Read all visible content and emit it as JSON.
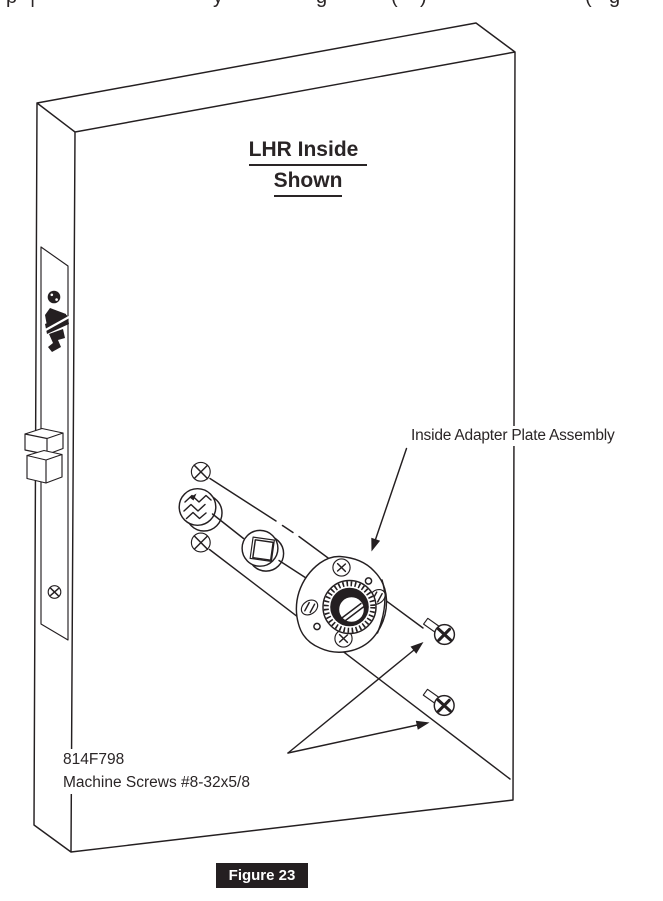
{
  "document": {
    "top_clipped_fragments": [
      "p",
      "|",
      "y",
      "g",
      "(",
      ")",
      "(",
      "g"
    ],
    "heading": {
      "line1": "LHR Inside",
      "line2": "Shown"
    },
    "callouts": {
      "adapter_plate": "Inside Adapter Plate Assembly",
      "part_number": "814F798",
      "screw_spec": "Machine Screws #8-32x5/8"
    },
    "figure_caption": "Figure 23",
    "colors": {
      "line": "#241f21",
      "text": "#2a2526",
      "figure_badge_bg": "#241f21",
      "figure_badge_text": "#ffffff"
    }
  }
}
